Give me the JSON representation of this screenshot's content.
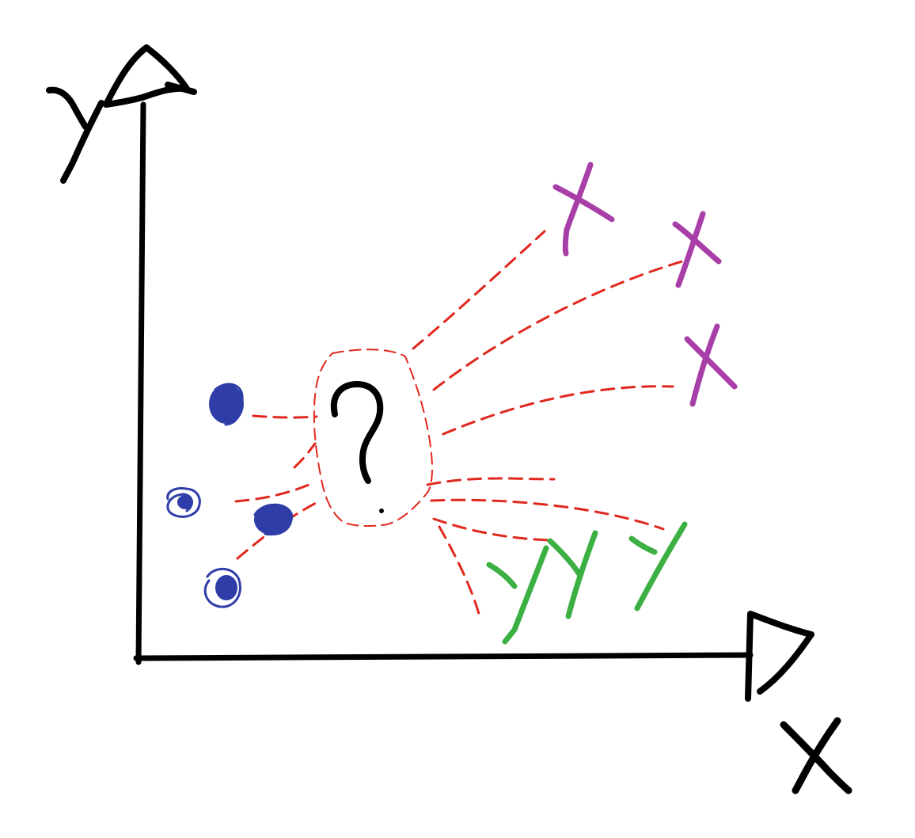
{
  "diagram": {
    "axis_x_label": "X",
    "axis_y_label": "Y",
    "query_symbol": "?",
    "colors": {
      "axis": "#000000",
      "blue_points": "#2e3da8",
      "purple_points": "#a83ea8",
      "green_points": "#3cb043",
      "distance_lines": "#e0281e",
      "query": "#000000"
    },
    "point_groups": [
      {
        "marker": "filled-circle",
        "color_key": "blue_points",
        "count": 4
      },
      {
        "marker": "x-mark",
        "color_key": "purple_points",
        "count": 3
      },
      {
        "marker": "y-mark",
        "color_key": "green_points",
        "count": 3
      }
    ]
  }
}
